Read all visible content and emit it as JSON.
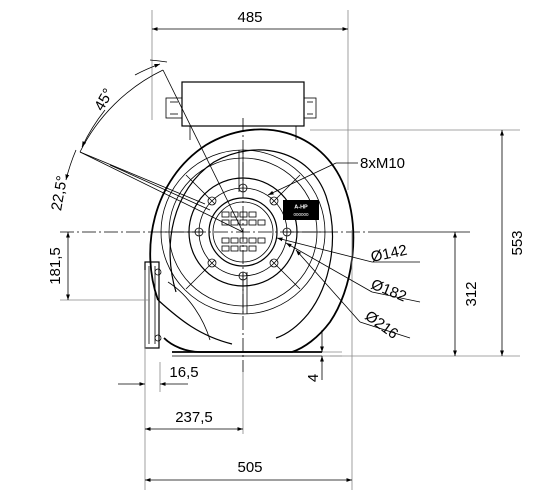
{
  "dimensions": {
    "top_width": "485",
    "bottom_width": "505",
    "offset_237": "237,5",
    "offset_16": "16,5",
    "foot": "4",
    "height_553": "553",
    "height_312": "312",
    "left_181": "181,5",
    "angle_45": "45°",
    "angle_22": "22,5°",
    "bolts": "8xM10",
    "dia_142": "Ø142",
    "dia_182": "Ø182",
    "dia_216": "Ø216"
  },
  "plate": {
    "line1": "A-HP",
    "line2": "000000"
  }
}
